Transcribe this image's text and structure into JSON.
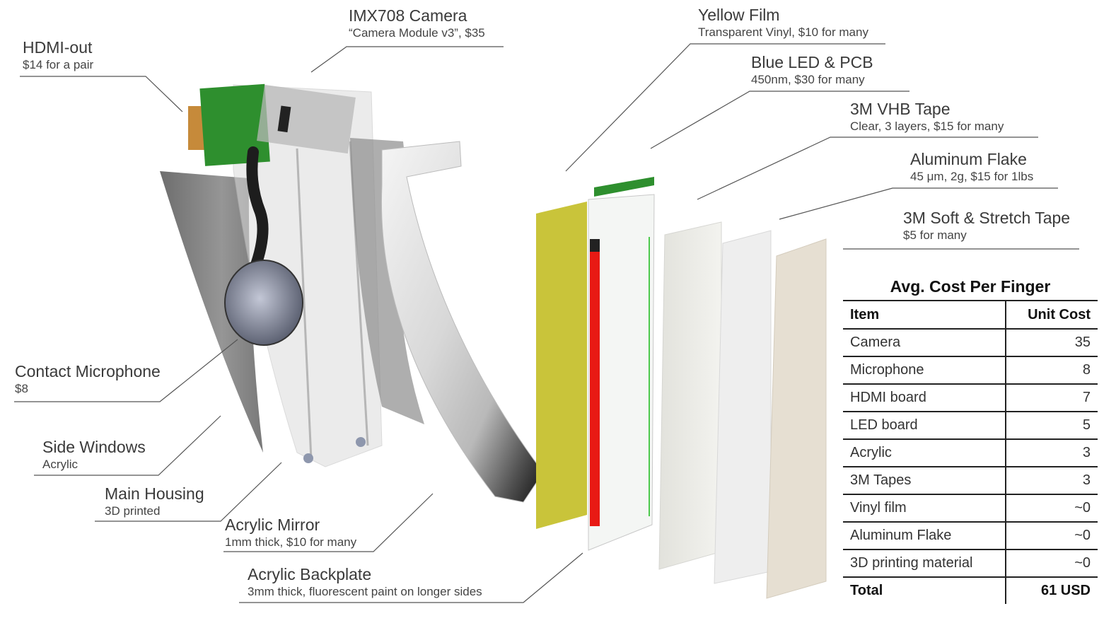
{
  "labels": {
    "hdmi": {
      "title": "HDMI-out",
      "sub": "$14 for a pair"
    },
    "camera": {
      "title": "IMX708 Camera",
      "sub": "“Camera Module v3”, $35"
    },
    "yellow_film": {
      "title": "Yellow Film",
      "sub": "Transparent Vinyl, $10 for many"
    },
    "blue_led": {
      "title": "Blue LED & PCB",
      "sub": "450nm, $30 for many"
    },
    "vhb_tape": {
      "title": "3M VHB Tape",
      "sub": "Clear, 3 layers, $15 for many"
    },
    "aluminum_flake": {
      "title": "Aluminum Flake",
      "sub": "45 μm, 2g, $15 for 1lbs"
    },
    "soft_tape": {
      "title": "3M Soft & Stretch Tape",
      "sub": "$5 for many"
    },
    "microphone": {
      "title": "Contact Microphone",
      "sub": "$8"
    },
    "side_windows": {
      "title": "Side Windows",
      "sub": "Acrylic"
    },
    "main_housing": {
      "title": "Main Housing",
      "sub": "3D printed"
    },
    "acrylic_mirror": {
      "title": "Acrylic Mirror",
      "sub": "1mm thick, $10 for many"
    },
    "acrylic_backplate": {
      "title": "Acrylic Backplate",
      "sub": "3mm thick, fluorescent paint on longer sides"
    }
  },
  "cost_table": {
    "title": "Avg. Cost Per Finger",
    "headers": [
      "Item",
      "Unit Cost"
    ],
    "rows": [
      [
        "Camera",
        "35"
      ],
      [
        "Microphone",
        "8"
      ],
      [
        "HDMI board",
        "7"
      ],
      [
        "LED board",
        "5"
      ],
      [
        "Acrylic",
        "3"
      ],
      [
        "3M Tapes",
        "3"
      ],
      [
        "Vinyl film",
        "~0"
      ],
      [
        "Aluminum Flake",
        "~0"
      ],
      [
        "3D printing material",
        "~0"
      ]
    ],
    "total": [
      "Total",
      "61 USD"
    ]
  },
  "colors": {
    "yellow_film": "#c9c43a",
    "led_red": "#e81a14",
    "pcb_green": "#2e8f2e",
    "leader_line": "#555555"
  }
}
